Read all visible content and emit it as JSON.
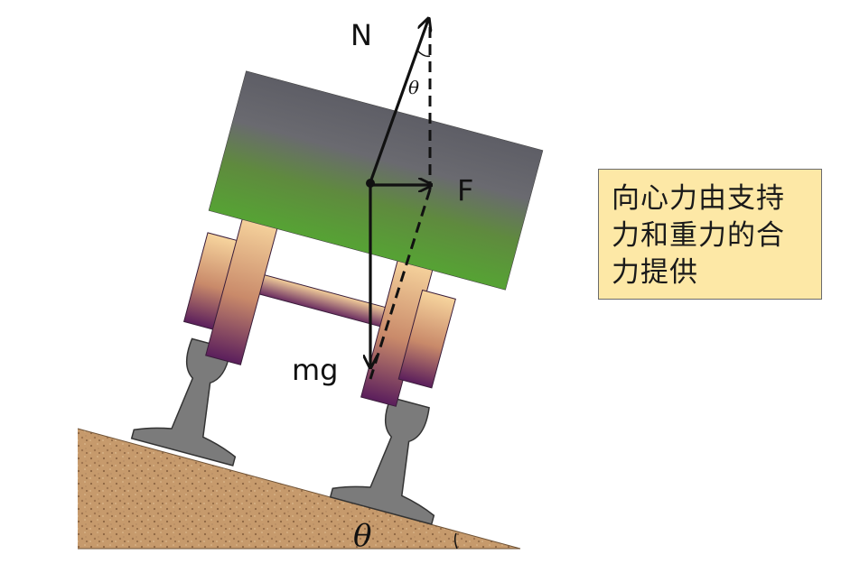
{
  "labels": {
    "normal_force": "N",
    "net_force": "F",
    "gravity": "mg",
    "angle_top": "θ",
    "angle_slope": "θ"
  },
  "note": {
    "text": "向心力由支持力和重力的合力提供"
  },
  "colors": {
    "car_top": "#5e5e66",
    "car_bottom": "#56a334",
    "wheel_light": "#f7d59e",
    "wheel_dark": "#5a1e5c",
    "rail": "#7a7a7a",
    "ground": "#c69a6c",
    "note_bg": "#fde8a6"
  }
}
